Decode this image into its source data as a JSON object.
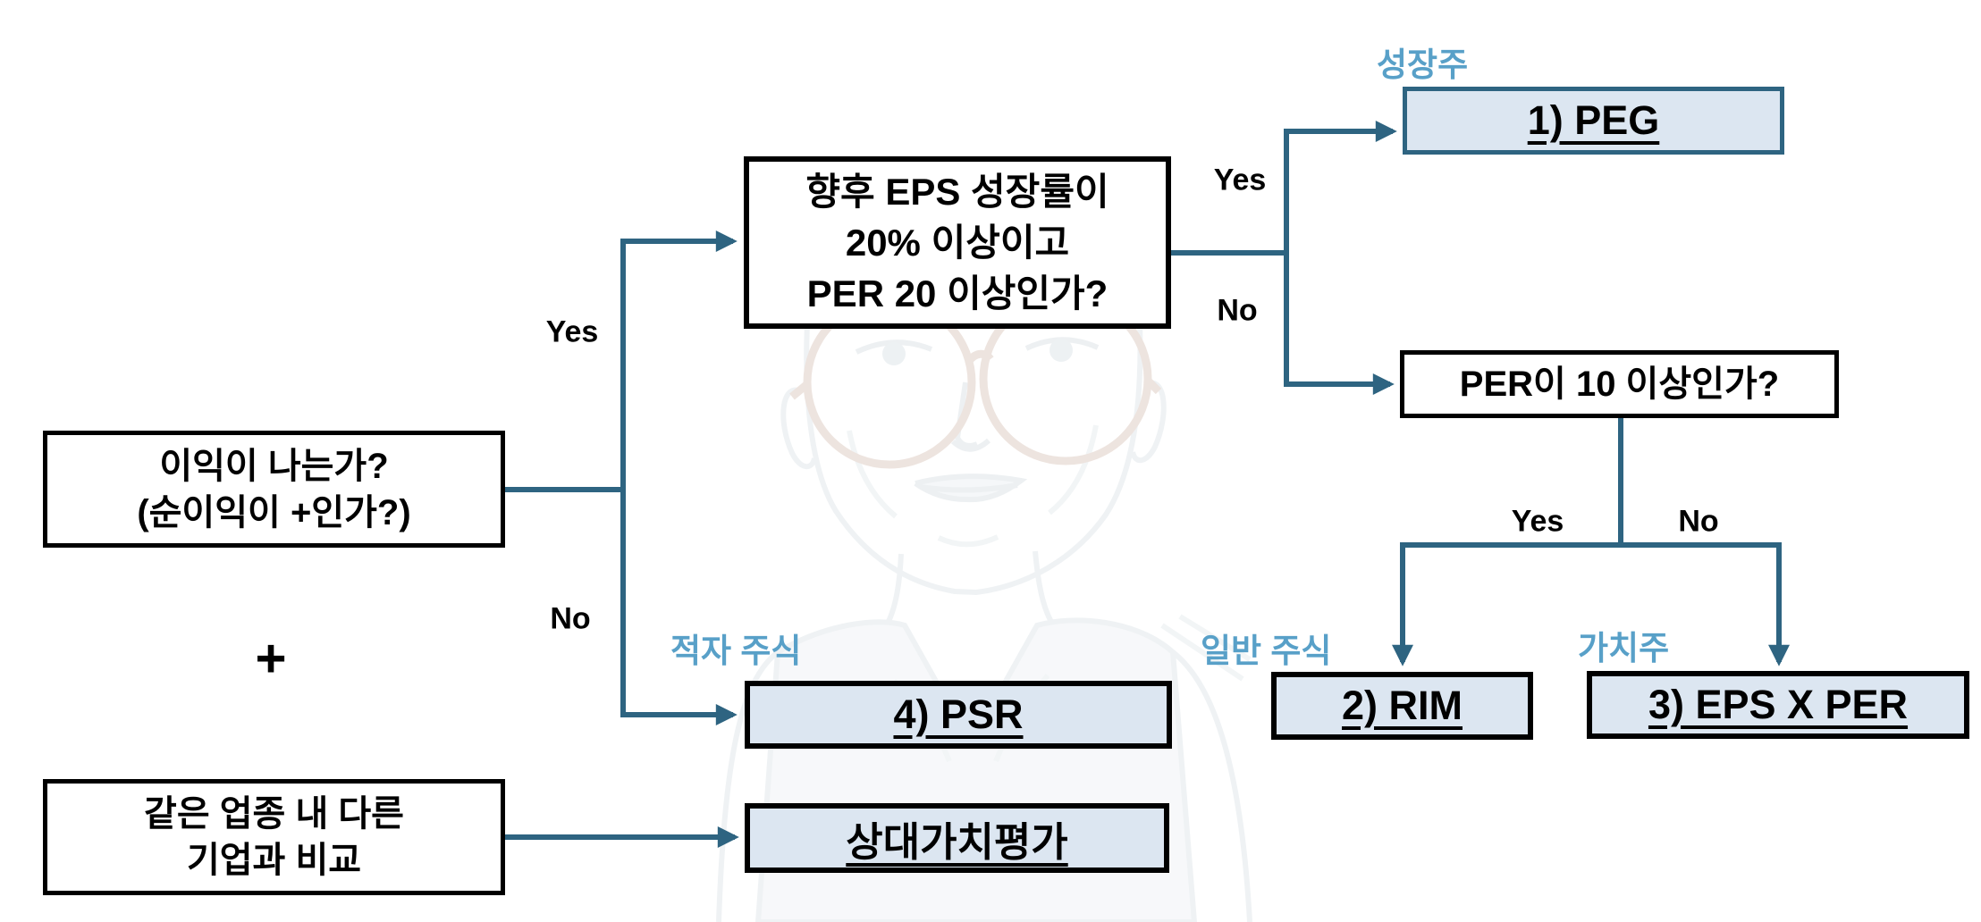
{
  "colors": {
    "connector": "#2e6481",
    "result_box_fill": "#dce6f1",
    "category_label": "#58a0c8",
    "box_border": "#000000",
    "background": "#ffffff"
  },
  "flowchart": {
    "questions": {
      "profit": {
        "line1": "이익이 나는가?",
        "line2": "(순이익이 +인가?)"
      },
      "eps_growth": {
        "line1": "향후 EPS 성장률이",
        "line2": "20% 이상이고",
        "line3": "PER 20 이상인가?"
      },
      "per10": {
        "text": "PER이 10 이상인가?"
      },
      "industry": {
        "line1": "같은 업종 내 다른",
        "line2": "기업과 비교"
      }
    },
    "plus_sign": "+",
    "results": {
      "peg": {
        "category": "성장주",
        "label": "1) PEG"
      },
      "rim": {
        "category": "일반 주식",
        "label": "2) RIM"
      },
      "eps_x_per": {
        "category": "가치주",
        "label": "3) EPS X PER"
      },
      "psr": {
        "category": "적자 주식",
        "label": "4) PSR"
      },
      "relative": {
        "label": "상대가치평가"
      }
    },
    "edge_labels": {
      "profit_yes": "Yes",
      "profit_no": "No",
      "eps_yes": "Yes",
      "eps_no": "No",
      "per10_yes": "Yes",
      "per10_no": "No"
    },
    "watermark": "man-with-round-glasses-sketch"
  }
}
